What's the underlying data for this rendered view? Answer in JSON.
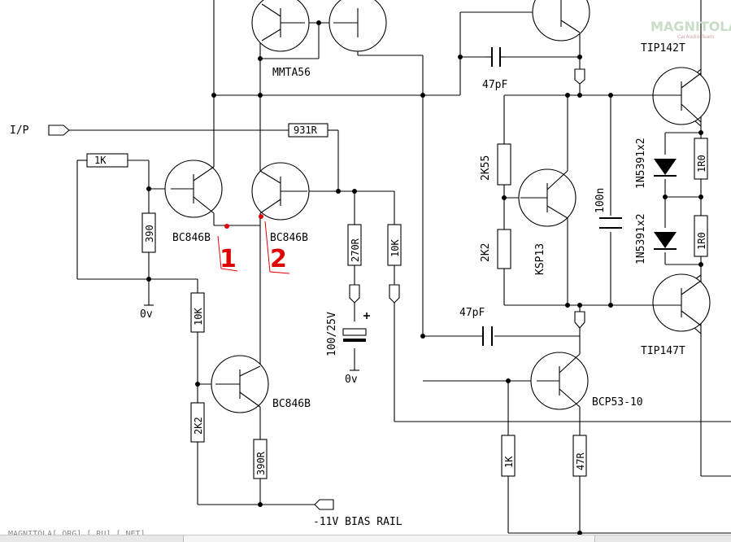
{
  "watermark": {
    "text": "MAGNITOLA",
    "sub": "CarAudio Team",
    "footer": "MAGNITOLA[.ORG] [.RU] [.NET]"
  },
  "labels": {
    "input": "I/P",
    "mmta": "MMTA56",
    "c_top": "47pF",
    "c_bot": "47pF",
    "r931": "931R",
    "r1k_left": "1K",
    "r390": "390",
    "q1": "BC846B",
    "q2": "BC846B",
    "q3": "BC846B",
    "mark1": "1",
    "mark2": "2",
    "gnd1": "0v",
    "gnd2": "0v",
    "r270": "270R",
    "r10k_mid": "10K",
    "cap_elec": "100/25V",
    "r10k_left": "10K",
    "r2k2_left": "2K2",
    "r390r": "390R",
    "bias": "-11V BIAS RAIL",
    "r2k55": "2K55",
    "r2k2_mid": "2K2",
    "ksp": "KSP13",
    "c100n": "100n",
    "bcp": "BCP53-10",
    "r1k_bot": "1K",
    "r47": "47R",
    "tip142": "TIP142T",
    "tip147": "TIP147T",
    "diode_top": "1N5391x2",
    "diode_bot": "1N5391x2",
    "r1r0_top": "1R0",
    "r1r0_bot": "1R0"
  }
}
